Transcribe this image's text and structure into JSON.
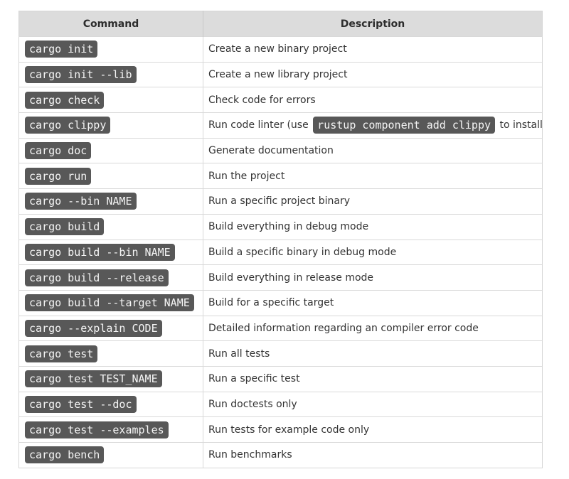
{
  "header": {
    "command": "Command",
    "description": "Description"
  },
  "rows": [
    {
      "command": "cargo init",
      "description": "Create a new binary project"
    },
    {
      "command": "cargo init --lib",
      "description": "Create a new library project"
    },
    {
      "command": "cargo check",
      "description": "Check code for errors"
    },
    {
      "command": "cargo clippy",
      "description_before": "Run code linter (use",
      "description_code": "rustup component add clippy",
      "description_after": "to install)"
    },
    {
      "command": "cargo doc",
      "description": "Generate documentation"
    },
    {
      "command": "cargo run",
      "description": "Run the project"
    },
    {
      "command": "cargo --bin NAME",
      "description": "Run a specific project binary"
    },
    {
      "command": "cargo build",
      "description": "Build everything in debug mode"
    },
    {
      "command": "cargo build --bin NAME",
      "description": "Build a specific binary in debug mode"
    },
    {
      "command": "cargo build --release",
      "description": "Build everything in release mode"
    },
    {
      "command": "cargo build --target NAME",
      "description": "Build for a specific target"
    },
    {
      "command": "cargo --explain CODE",
      "description": "Detailed information regarding an compiler error code"
    },
    {
      "command": "cargo test",
      "description": "Run all tests"
    },
    {
      "command": "cargo test TEST_NAME",
      "description": "Run a specific test"
    },
    {
      "command": "cargo test --doc",
      "description": "Run doctests only"
    },
    {
      "command": "cargo test --examples",
      "description": "Run tests for example code only"
    },
    {
      "command": "cargo bench",
      "description": "Run benchmarks"
    }
  ],
  "colors": {
    "header_bg": "#dcdcdc",
    "code_chip_bg": "#585858",
    "code_chip_text": "#f5f5f5",
    "border": "#d9d9d9"
  }
}
